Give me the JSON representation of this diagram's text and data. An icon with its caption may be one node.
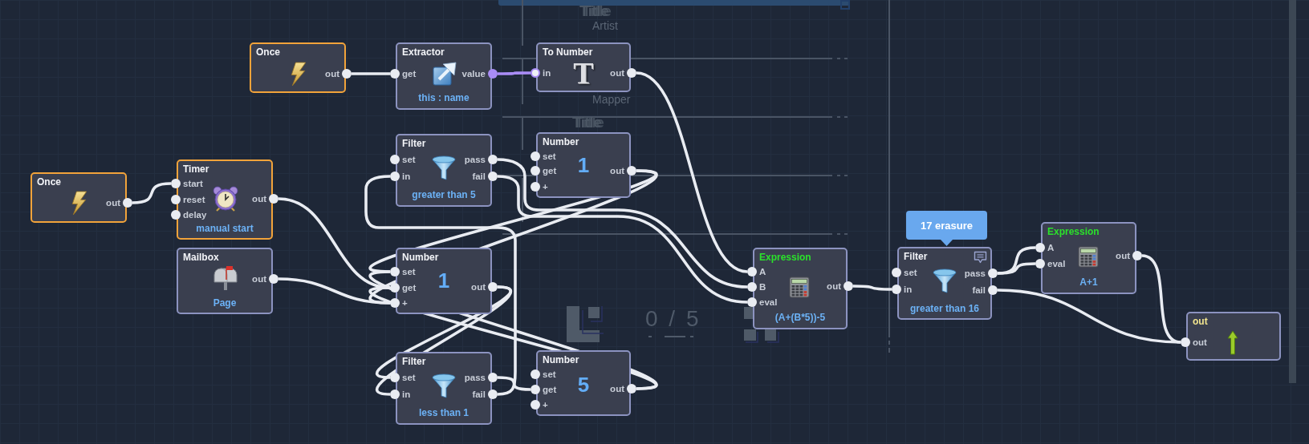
{
  "diagram": {
    "nodes": [
      {
        "text": [
          "Once",
          "out"
        ]
      },
      {
        "text": [
          "Extractor",
          "get",
          "value",
          "this : name"
        ]
      },
      {
        "text": [
          "To Number",
          "in",
          "T",
          "out"
        ]
      },
      {
        "text": [
          "Once",
          "out"
        ]
      },
      {
        "text": [
          "Timer",
          "start",
          "reset",
          "delay",
          "out",
          "manual start"
        ]
      },
      {
        "text": [
          "Mailbox",
          "out",
          "Page"
        ]
      },
      {
        "text": [
          "Filter",
          "set",
          "in",
          "pass",
          "fail",
          "greater than 5"
        ]
      },
      {
        "text": [
          "Number",
          "set",
          "get",
          "+",
          "1",
          "out"
        ]
      },
      {
        "text": [
          "Filter",
          "set",
          "in",
          "pass",
          "fail",
          "less than 1"
        ]
      },
      {
        "text": [
          "Number",
          "set",
          "get",
          "+",
          "1",
          "out"
        ]
      },
      {
        "text": [
          "Number",
          "set",
          "get",
          "+",
          "5",
          "out"
        ]
      },
      {
        "text": [
          "Expression",
          "A",
          "B",
          "eval",
          "out",
          "(A+(B*5))-5"
        ]
      },
      {
        "text": [
          "Filter",
          "set",
          "in",
          "pass",
          "fail",
          "greater than 16"
        ],
        "beside": [
          "17 erasure"
        ]
      },
      {
        "text": [
          "Expression",
          "A",
          "eval",
          "out",
          "A+1"
        ]
      },
      {
        "text": [
          "out",
          "out"
        ]
      }
    ],
    "edges": [
      {
        "from": 0,
        "to": 1,
        "arrow": "none"
      },
      {
        "from": 1,
        "to": 2,
        "arrow": "none",
        "color": "#a98cf5"
      },
      {
        "from": 2,
        "to": 11,
        "arrow": "none"
      },
      {
        "from": 3,
        "to": 4,
        "arrow": "none"
      },
      {
        "from": 4,
        "to": 7,
        "arrow": "none"
      },
      {
        "from": 5,
        "to": 7,
        "arrow": "none"
      },
      {
        "from": 9,
        "to": 7,
        "arrow": "none"
      },
      {
        "from": 9,
        "to": 7,
        "arrow": "none"
      },
      {
        "from": 10,
        "to": 7,
        "arrow": "none"
      },
      {
        "from": 10,
        "to": 7,
        "arrow": "none"
      },
      {
        "from": 7,
        "to": 8,
        "arrow": "none"
      },
      {
        "from": 7,
        "to": 8,
        "arrow": "none"
      },
      {
        "from": 8,
        "to": 10,
        "arrow": "none"
      },
      {
        "from": 8,
        "to": 6,
        "arrow": "none"
      },
      {
        "from": 6,
        "to": 11,
        "arrow": "none"
      },
      {
        "from": 6,
        "to": 11,
        "arrow": "none"
      },
      {
        "from": 11,
        "to": 12,
        "arrow": "none"
      },
      {
        "from": 12,
        "to": 13,
        "arrow": "none"
      },
      {
        "from": 12,
        "to": 13,
        "arrow": "none"
      },
      {
        "from": 12,
        "to": 14,
        "arrow": "none"
      },
      {
        "from": 13,
        "to": 14,
        "arrow": "none"
      }
    ],
    "labels": [
      "Title",
      "Artist",
      "Mapper",
      "Title",
      "0 / 5"
    ]
  }
}
